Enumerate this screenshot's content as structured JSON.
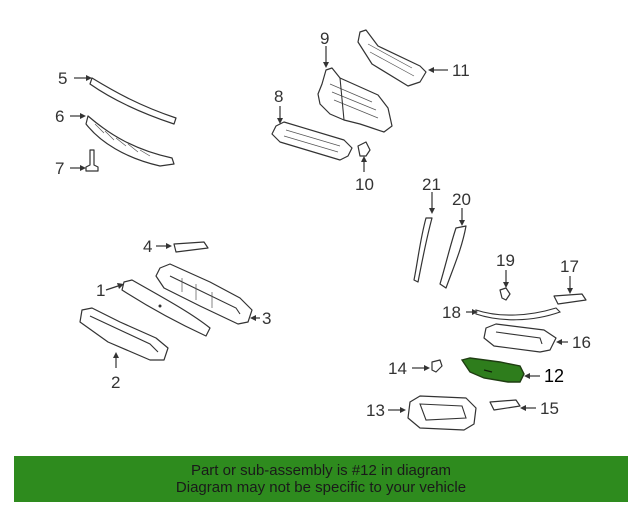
{
  "diagram": {
    "highlight_color": "#2e7d1c",
    "callouts": [
      {
        "id": "1",
        "label": "1"
      },
      {
        "id": "2",
        "label": "2"
      },
      {
        "id": "3",
        "label": "3"
      },
      {
        "id": "4",
        "label": "4"
      },
      {
        "id": "5",
        "label": "5"
      },
      {
        "id": "6",
        "label": "6"
      },
      {
        "id": "7",
        "label": "7"
      },
      {
        "id": "8",
        "label": "8"
      },
      {
        "id": "9",
        "label": "9"
      },
      {
        "id": "10",
        "label": "10"
      },
      {
        "id": "11",
        "label": "11"
      },
      {
        "id": "12",
        "label": "12",
        "highlighted": true
      },
      {
        "id": "13",
        "label": "13"
      },
      {
        "id": "14",
        "label": "14"
      },
      {
        "id": "15",
        "label": "15"
      },
      {
        "id": "16",
        "label": "16"
      },
      {
        "id": "17",
        "label": "17"
      },
      {
        "id": "18",
        "label": "18"
      },
      {
        "id": "19",
        "label": "19"
      },
      {
        "id": "20",
        "label": "20"
      },
      {
        "id": "21",
        "label": "21"
      }
    ]
  },
  "banner": {
    "line1": "Part or sub-assembly is #12 in diagram",
    "line2": "Diagram may not be specific to your vehicle",
    "background": "#2e8b1e"
  }
}
